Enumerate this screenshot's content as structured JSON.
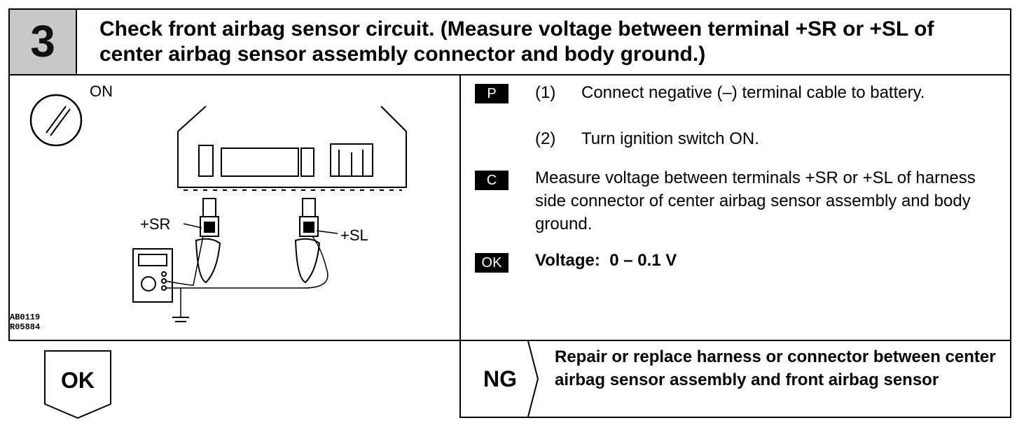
{
  "header": {
    "step_number": "3",
    "title": "Check front airbag sensor circuit. (Measure voltage between terminal +SR or +SL of center airbag sensor assembly connector and body ground.)"
  },
  "figure": {
    "switch_label": "ON",
    "terminal_sr": "+SR",
    "terminal_sl": "+SL",
    "code_line1": "AB0119",
    "code_line2": "R05884"
  },
  "procedure": {
    "prep_badge": "P",
    "step1_num": "(1)",
    "step1_text": "Connect negative (–) terminal cable to battery.",
    "step2_num": "(2)",
    "step2_text": "Turn ignition switch ON.",
    "check_badge": "C",
    "check_text": "Measure voltage between terminals +SR or +SL of harness side connector of center airbag sensor assembly and body ground.",
    "ok_badge": "OK",
    "ok_text": "Voltage:  0 – 0.1 V"
  },
  "result": {
    "ok_label": "OK",
    "ng_label": "NG",
    "ng_text": "Repair or replace harness or connector between center airbag sensor assembly and front airbag sensor"
  }
}
